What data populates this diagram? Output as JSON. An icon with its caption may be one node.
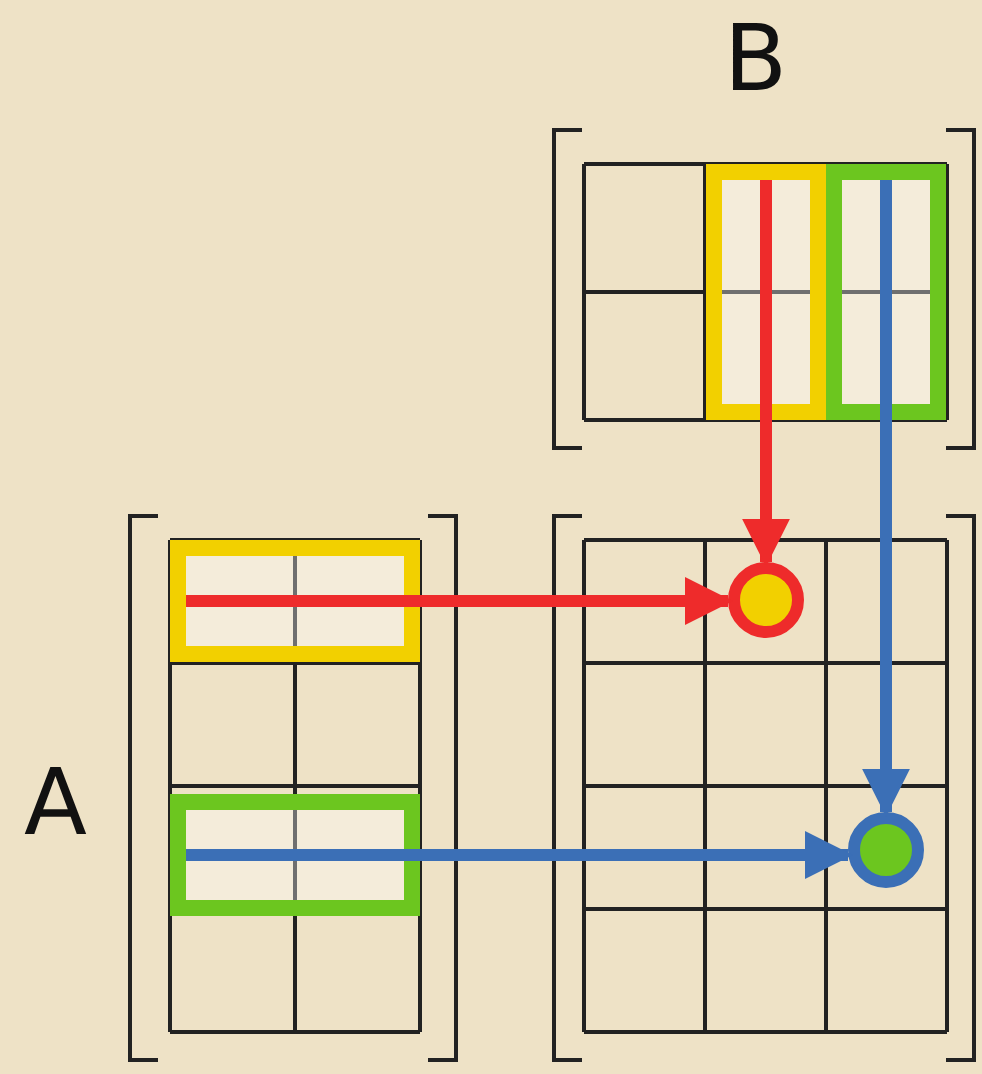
{
  "diagram": {
    "nodes": [
      {
        "text": [
          "A"
        ]
      },
      {
        "text": [],
        "shape": "bar",
        "in": 0
      },
      {
        "text": [],
        "shape": "bar",
        "in": 0
      },
      {
        "text": [
          "B"
        ]
      },
      {
        "text": [],
        "shape": "bar",
        "in": 3
      },
      {
        "text": [],
        "shape": "bar",
        "in": 3
      },
      {
        "text": [],
        "shape": "box"
      },
      {
        "text": [],
        "shape": "circle",
        "in": 6
      },
      {
        "text": [],
        "shape": "circle",
        "in": 6
      }
    ],
    "edges": [
      {
        "from": 1,
        "to": 7,
        "arrow": "to",
        "color": "#ee2b2b"
      },
      {
        "from": 4,
        "to": 7,
        "arrow": "to",
        "color": "#ee2b2b"
      },
      {
        "from": 5,
        "to": 8,
        "arrow": "to",
        "color": "#3b6fb6"
      },
      {
        "from": 2,
        "to": 8,
        "arrow": "to",
        "color": "#3b6fb6"
      }
    ]
  }
}
